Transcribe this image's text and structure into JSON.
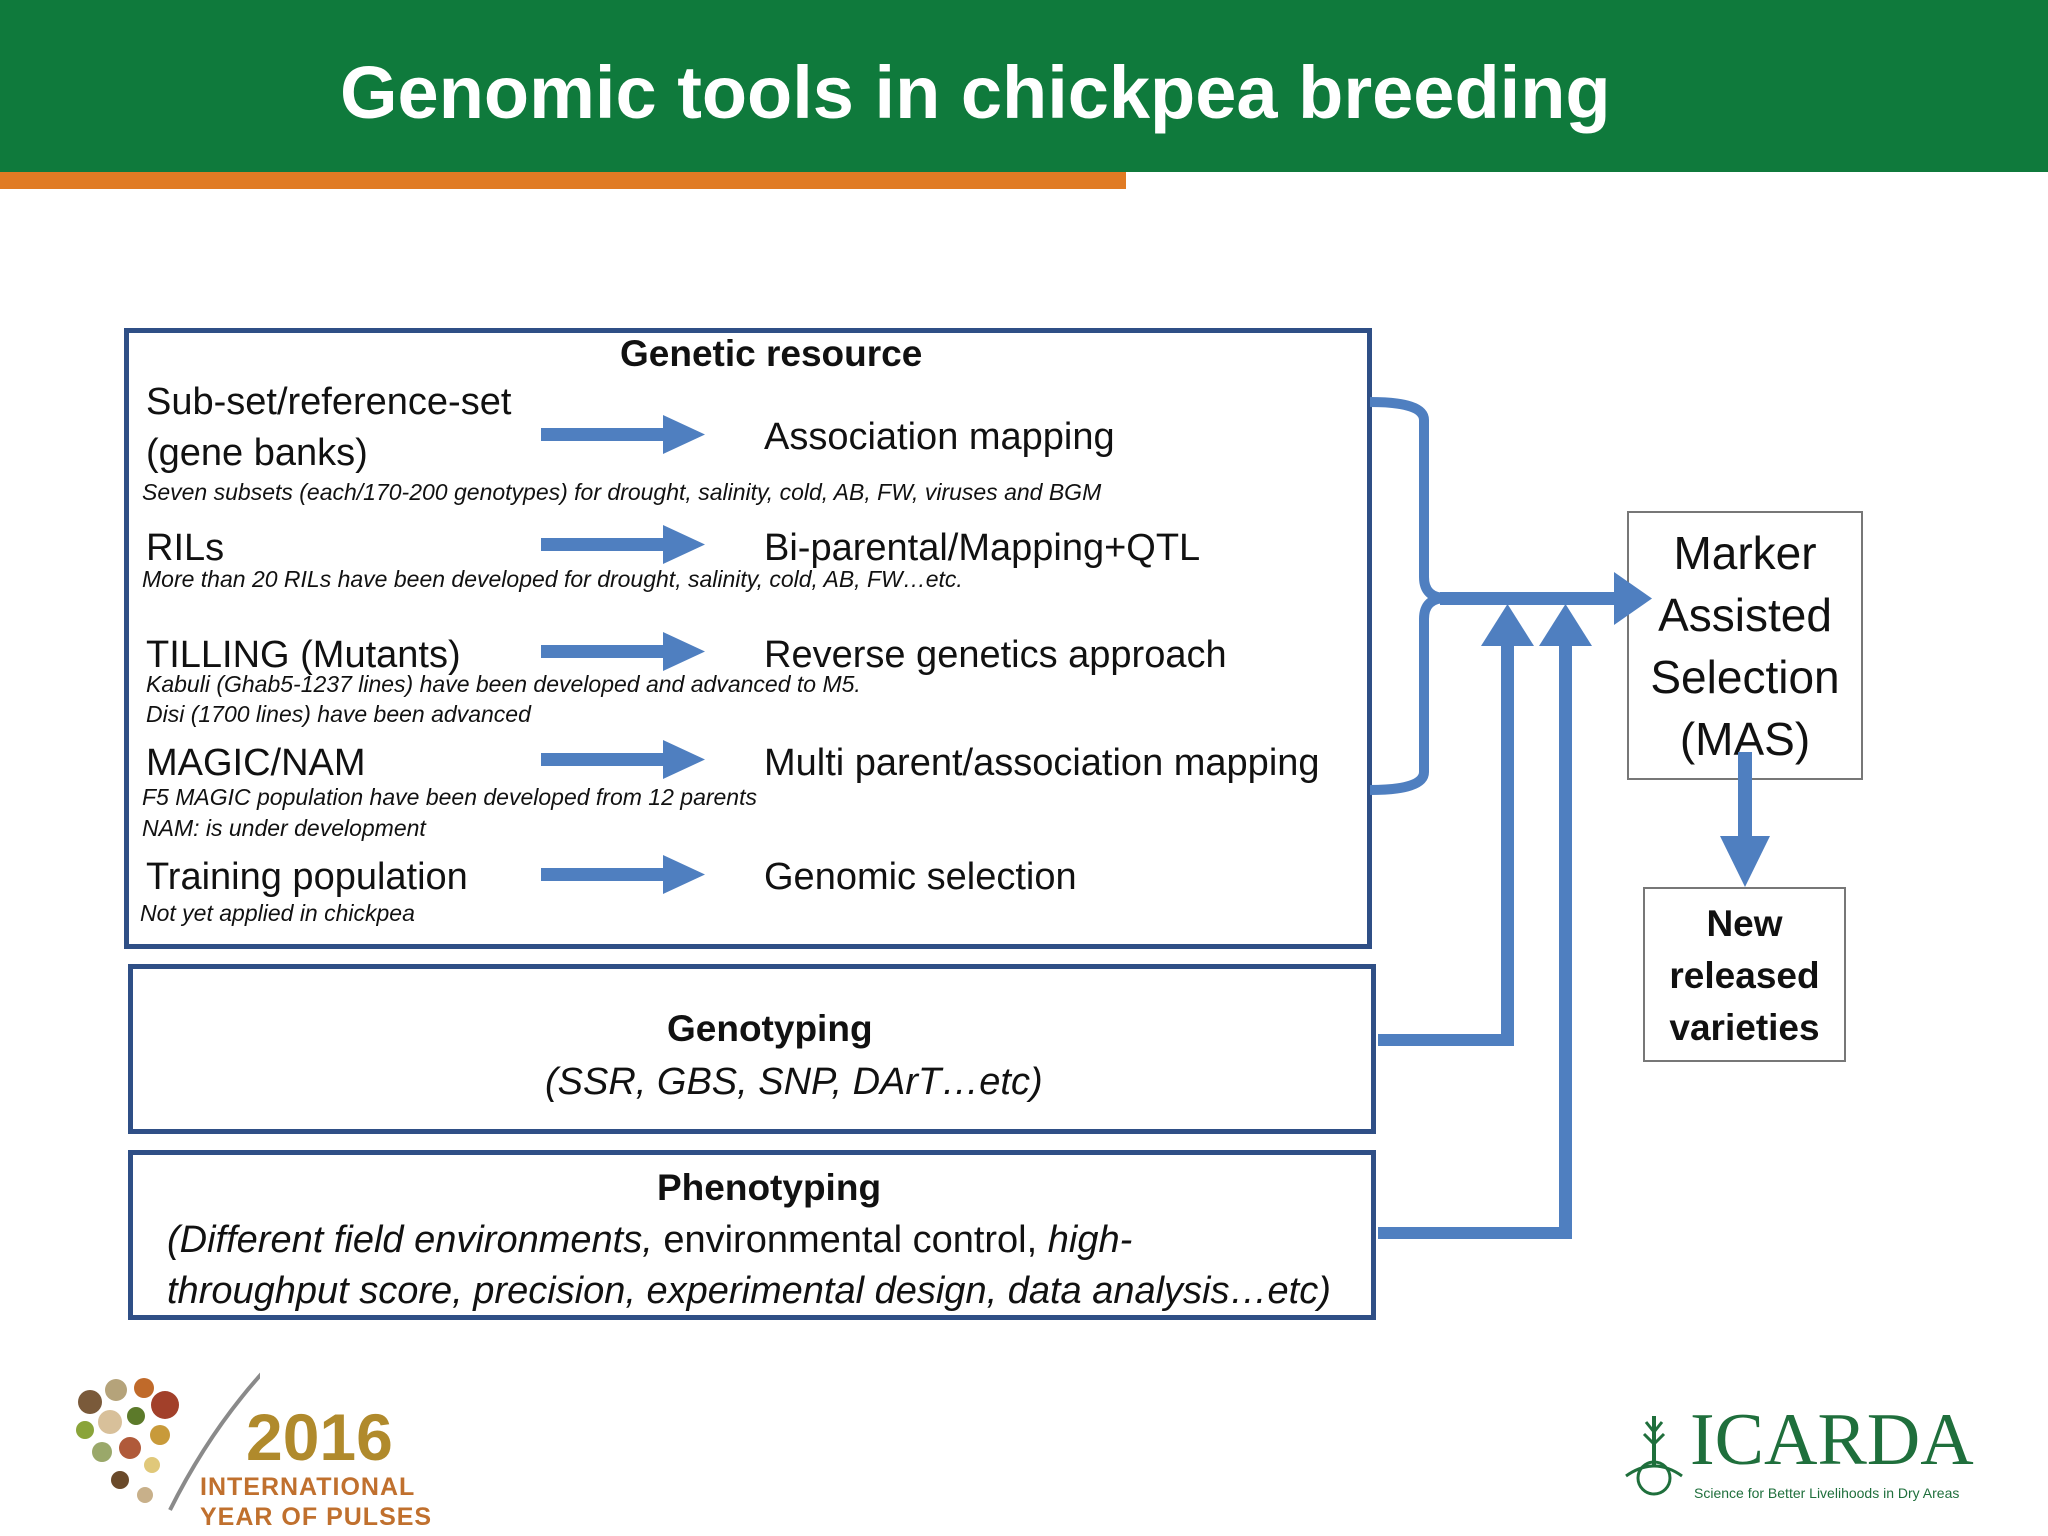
{
  "slide": {
    "title": "Genomic tools in chickpea breeding"
  },
  "genetic_resource": {
    "heading": "Genetic resource",
    "rows": [
      {
        "left_lines": [
          "Sub-set/reference-set",
          "(gene banks)"
        ],
        "right": "Association mapping",
        "notes": [
          "Seven subsets (each/170-200 genotypes) for drought, salinity, cold, AB, FW, viruses and BGM"
        ]
      },
      {
        "left_lines": [
          "RILs"
        ],
        "right": "Bi-parental/Mapping+QTL",
        "notes": [
          "More than 20 RILs have been developed for drought, salinity, cold, AB, FW…etc."
        ]
      },
      {
        "left_lines": [
          "TILLING (Mutants)"
        ],
        "right": "Reverse genetics approach",
        "notes": [
          "Kabuli (Ghab5-1237 lines) have been developed and advanced to M5.",
          "Disi (1700 lines) have been advanced"
        ]
      },
      {
        "left_lines": [
          "MAGIC/NAM"
        ],
        "right": "Multi parent/association mapping",
        "notes": [
          "F5 MAGIC population have been developed from 12 parents",
          "NAM: is under development"
        ]
      },
      {
        "left_lines": [
          "Training population"
        ],
        "right": "Genomic selection",
        "notes": [
          "Not yet applied in chickpea"
        ]
      }
    ]
  },
  "genotyping": {
    "heading": "Genotyping",
    "detail": "(SSR, GBS, SNP, DArT…etc)"
  },
  "phenotyping": {
    "heading": "Phenotyping",
    "line1_italic_a": "(Different field environments,",
    "line1_normal": " environmental control,",
    "line1_italic_b": " high-",
    "line2": "throughput score, precision, experimental design, data analysis…etc)"
  },
  "mas": {
    "lines": [
      "Marker",
      "Assisted",
      "Selection",
      "(MAS)"
    ]
  },
  "new_varieties": {
    "lines": [
      "New",
      "released",
      "varieties"
    ]
  },
  "logos": {
    "pulses": {
      "year": "2016",
      "line1": "INTERNATIONAL",
      "line2": "YEAR OF PULSES"
    },
    "icarda": {
      "name": "ICARDA",
      "tagline": "Science for Better Livelihoods in Dry Areas"
    }
  },
  "colors": {
    "header_green": "#0f7a3c",
    "accent_orange": "#e07b24",
    "arrow_blue": "#4f7fc0",
    "box_border": "#2f4f86"
  }
}
